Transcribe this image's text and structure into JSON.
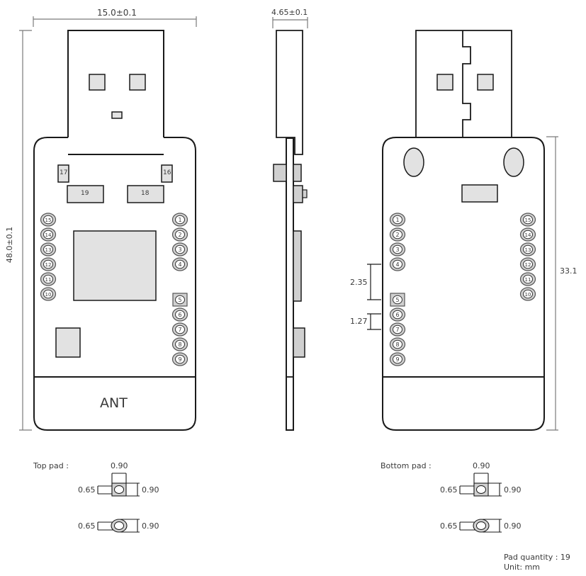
{
  "colors": {
    "outline": "#1a1a1a",
    "dim_line": "#7a7a7a",
    "pad_fill": "#d0d0d0",
    "component_fill": "#e2e2e2",
    "text": "#3a3a3a",
    "background": "#ffffff"
  },
  "top_view": {
    "width_dim": "15.0±0.1",
    "height_dim": "48.0±0.1",
    "antenna_label": "ANT",
    "components": [
      {
        "id": "17",
        "label": "17"
      },
      {
        "id": "16",
        "label": "16"
      },
      {
        "id": "19",
        "label": "19"
      },
      {
        "id": "18",
        "label": "18"
      }
    ],
    "left_pins": [
      "15",
      "14",
      "13",
      "12",
      "11",
      "10"
    ],
    "right_pins": [
      "1",
      "2",
      "3",
      "4",
      "5",
      "6",
      "7",
      "8",
      "9"
    ],
    "square_pin": "5"
  },
  "side_view": {
    "thickness_dim": "4.65±0.1"
  },
  "bottom_view": {
    "height_dim": "33.1",
    "gap_dim": "2.35",
    "pitch_dim": "1.27",
    "left_pins": [
      "1",
      "2",
      "3",
      "4",
      "5",
      "6",
      "7",
      "8",
      "9"
    ],
    "right_pins": [
      "15",
      "14",
      "13",
      "12",
      "11",
      "10"
    ],
    "square_pin": "5"
  },
  "pads": {
    "top_title": "Top pad :",
    "bottom_title": "Bottom pad :",
    "pad_width": "0.90",
    "hole_dia": "0.65",
    "pad_height": "0.90",
    "ring_hole_dia": "0.65",
    "ring_outer_dia": "0.90"
  },
  "notes": {
    "pad_quantity": "Pad quantity : 19",
    "unit": "Unit:  mm"
  }
}
